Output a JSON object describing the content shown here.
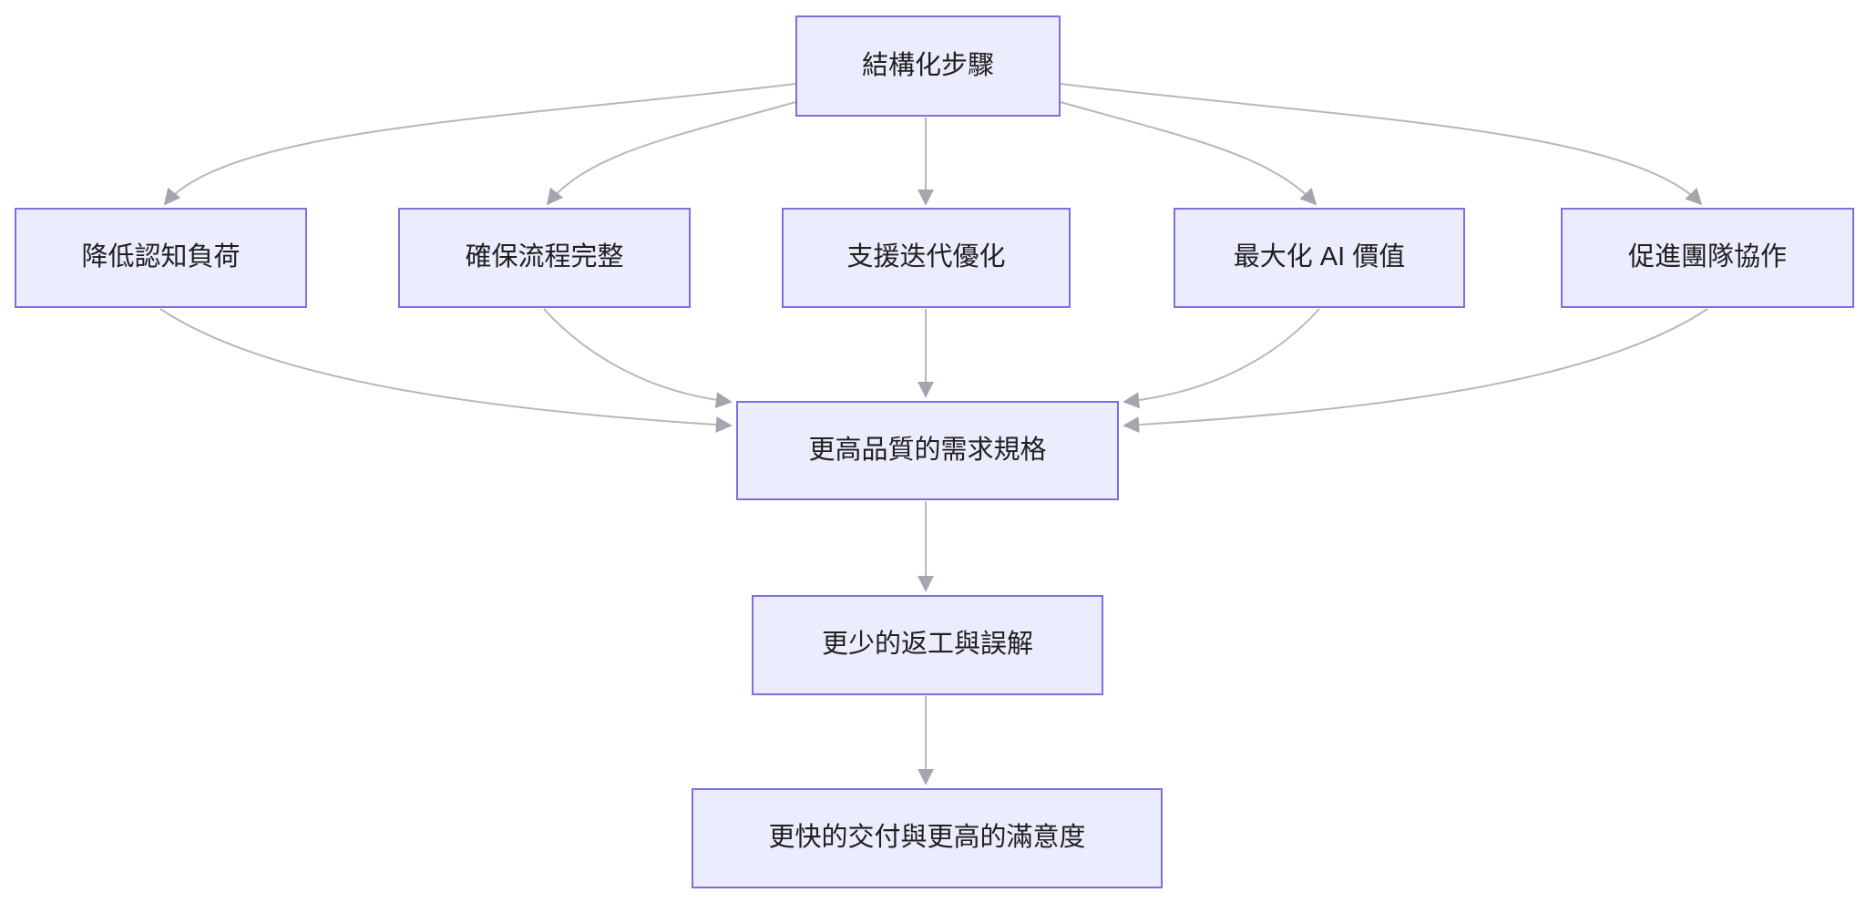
{
  "diagram": {
    "type": "flowchart",
    "direction": "top-down",
    "nodes": [
      {
        "id": "root",
        "label": "結構化步驟"
      },
      {
        "id": "reduce-cognitive-load",
        "label": "降低認知負荷"
      },
      {
        "id": "ensure-process-completeness",
        "label": "確保流程完整"
      },
      {
        "id": "support-iterative-optimization",
        "label": "支援迭代優化"
      },
      {
        "id": "maximize-ai-value",
        "label": "最大化 AI 價值"
      },
      {
        "id": "promote-team-collaboration",
        "label": "促進團隊協作"
      },
      {
        "id": "higher-quality-requirements-spec",
        "label": "更高品質的需求規格"
      },
      {
        "id": "less-rework-and-misunderstanding",
        "label": "更少的返工與誤解"
      },
      {
        "id": "faster-delivery-higher-satisfaction",
        "label": "更快的交付與更高的滿意度"
      }
    ],
    "edges": [
      {
        "from": "root",
        "to": "reduce-cognitive-load"
      },
      {
        "from": "root",
        "to": "ensure-process-completeness"
      },
      {
        "from": "root",
        "to": "support-iterative-optimization"
      },
      {
        "from": "root",
        "to": "maximize-ai-value"
      },
      {
        "from": "root",
        "to": "promote-team-collaboration"
      },
      {
        "from": "reduce-cognitive-load",
        "to": "higher-quality-requirements-spec"
      },
      {
        "from": "ensure-process-completeness",
        "to": "higher-quality-requirements-spec"
      },
      {
        "from": "support-iterative-optimization",
        "to": "higher-quality-requirements-spec"
      },
      {
        "from": "maximize-ai-value",
        "to": "higher-quality-requirements-spec"
      },
      {
        "from": "promote-team-collaboration",
        "to": "higher-quality-requirements-spec"
      },
      {
        "from": "higher-quality-requirements-spec",
        "to": "less-rework-and-misunderstanding"
      },
      {
        "from": "less-rework-and-misunderstanding",
        "to": "faster-delivery-higher-satisfaction"
      }
    ],
    "colors": {
      "node_fill": "#ECECFF",
      "node_border": "#7C6FDE",
      "edge_line": "#B6B7BF",
      "edge_arrow": "#A4A5AE",
      "text": "#1F1F1F",
      "background": "#FFFFFF"
    }
  }
}
